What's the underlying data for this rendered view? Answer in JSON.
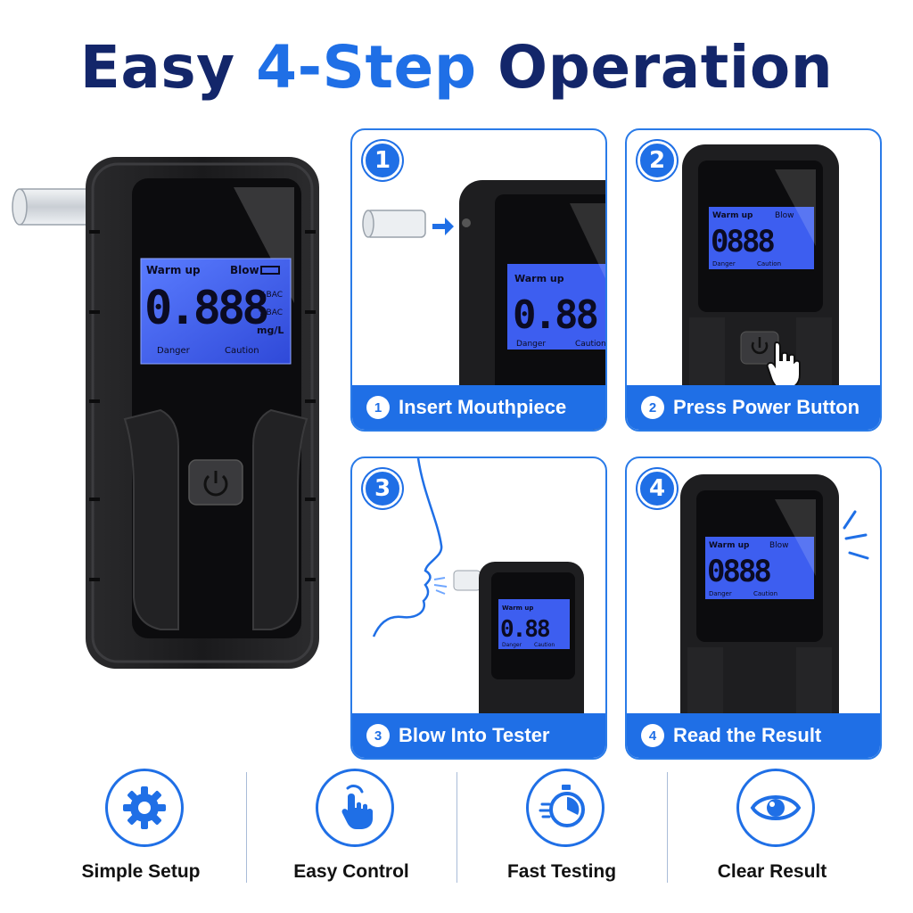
{
  "title": {
    "part1": "Easy",
    "part2": "4-Step",
    "part3": "Operation"
  },
  "display": {
    "warm_up": "Warm up",
    "blow": "Blow",
    "reading": "0.888",
    "unit1": "%BAC",
    "unit2": "%BAC",
    "unit3": "mg/L",
    "danger": "Danger",
    "caution": "Caution"
  },
  "steps": [
    {
      "number": "1",
      "label": "Insert Mouthpiece"
    },
    {
      "number": "2",
      "label": "Press Power Button"
    },
    {
      "number": "3",
      "label": "Blow Into Tester"
    },
    {
      "number": "4",
      "label": "Read the Result"
    }
  ],
  "features": [
    {
      "label": "Simple Setup",
      "icon": "gear-icon"
    },
    {
      "label": "Easy Control",
      "icon": "hand-tap-icon"
    },
    {
      "label": "Fast Testing",
      "icon": "stopwatch-icon"
    },
    {
      "label": "Clear Result",
      "icon": "eye-icon"
    }
  ],
  "colors": {
    "accent": "#1f6fe6",
    "title_dark": "#13266a",
    "device": "#1c1c1e",
    "lcd": "#3b5cf0"
  }
}
